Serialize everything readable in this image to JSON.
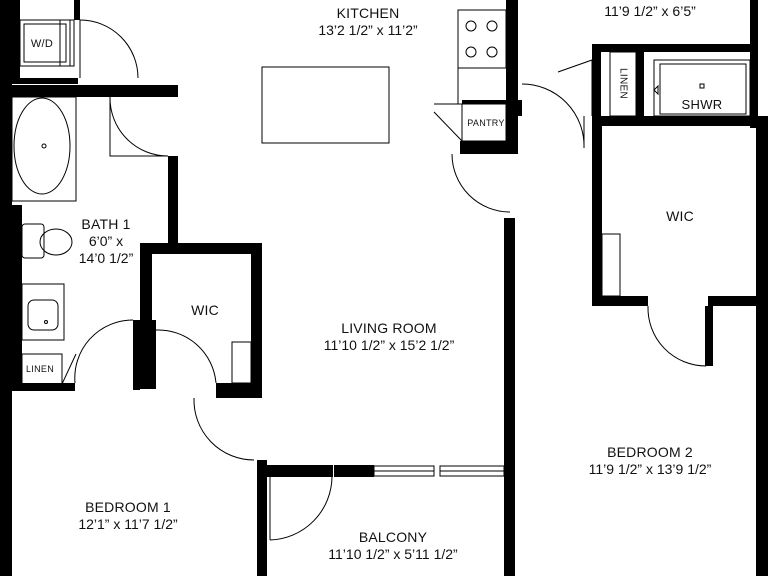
{
  "rooms": {
    "kitchen": {
      "name": "KITCHEN",
      "dims": "13’2 1/2” x 11’2”"
    },
    "bath2": {
      "dims": "11’9 1/2” x 6’5”"
    },
    "bath1": {
      "name": "BATH 1",
      "dims_line1": "6’0” x",
      "dims_line2": "14’0 1/2”"
    },
    "living": {
      "name": "LIVING ROOM",
      "dims": "11’10 1/2” x 15’2 1/2”"
    },
    "bedroom1": {
      "name": "BEDROOM 1",
      "dims": "12’1” x 11’7 1/2”"
    },
    "bedroom2": {
      "name": "BEDROOM 2",
      "dims": "11’9 1/2” x 13’9 1/2”"
    },
    "balcony": {
      "name": "BALCONY",
      "dims": "11’10 1/2” x 5’11 1/2”"
    }
  },
  "fixtures": {
    "wd": "W/D",
    "pantry": "PANTRY",
    "linen_top": "LINEN",
    "linen_bath1": "LINEN",
    "shower": "SHWR",
    "wic_left": "WIC",
    "wic_right": "WIC"
  }
}
